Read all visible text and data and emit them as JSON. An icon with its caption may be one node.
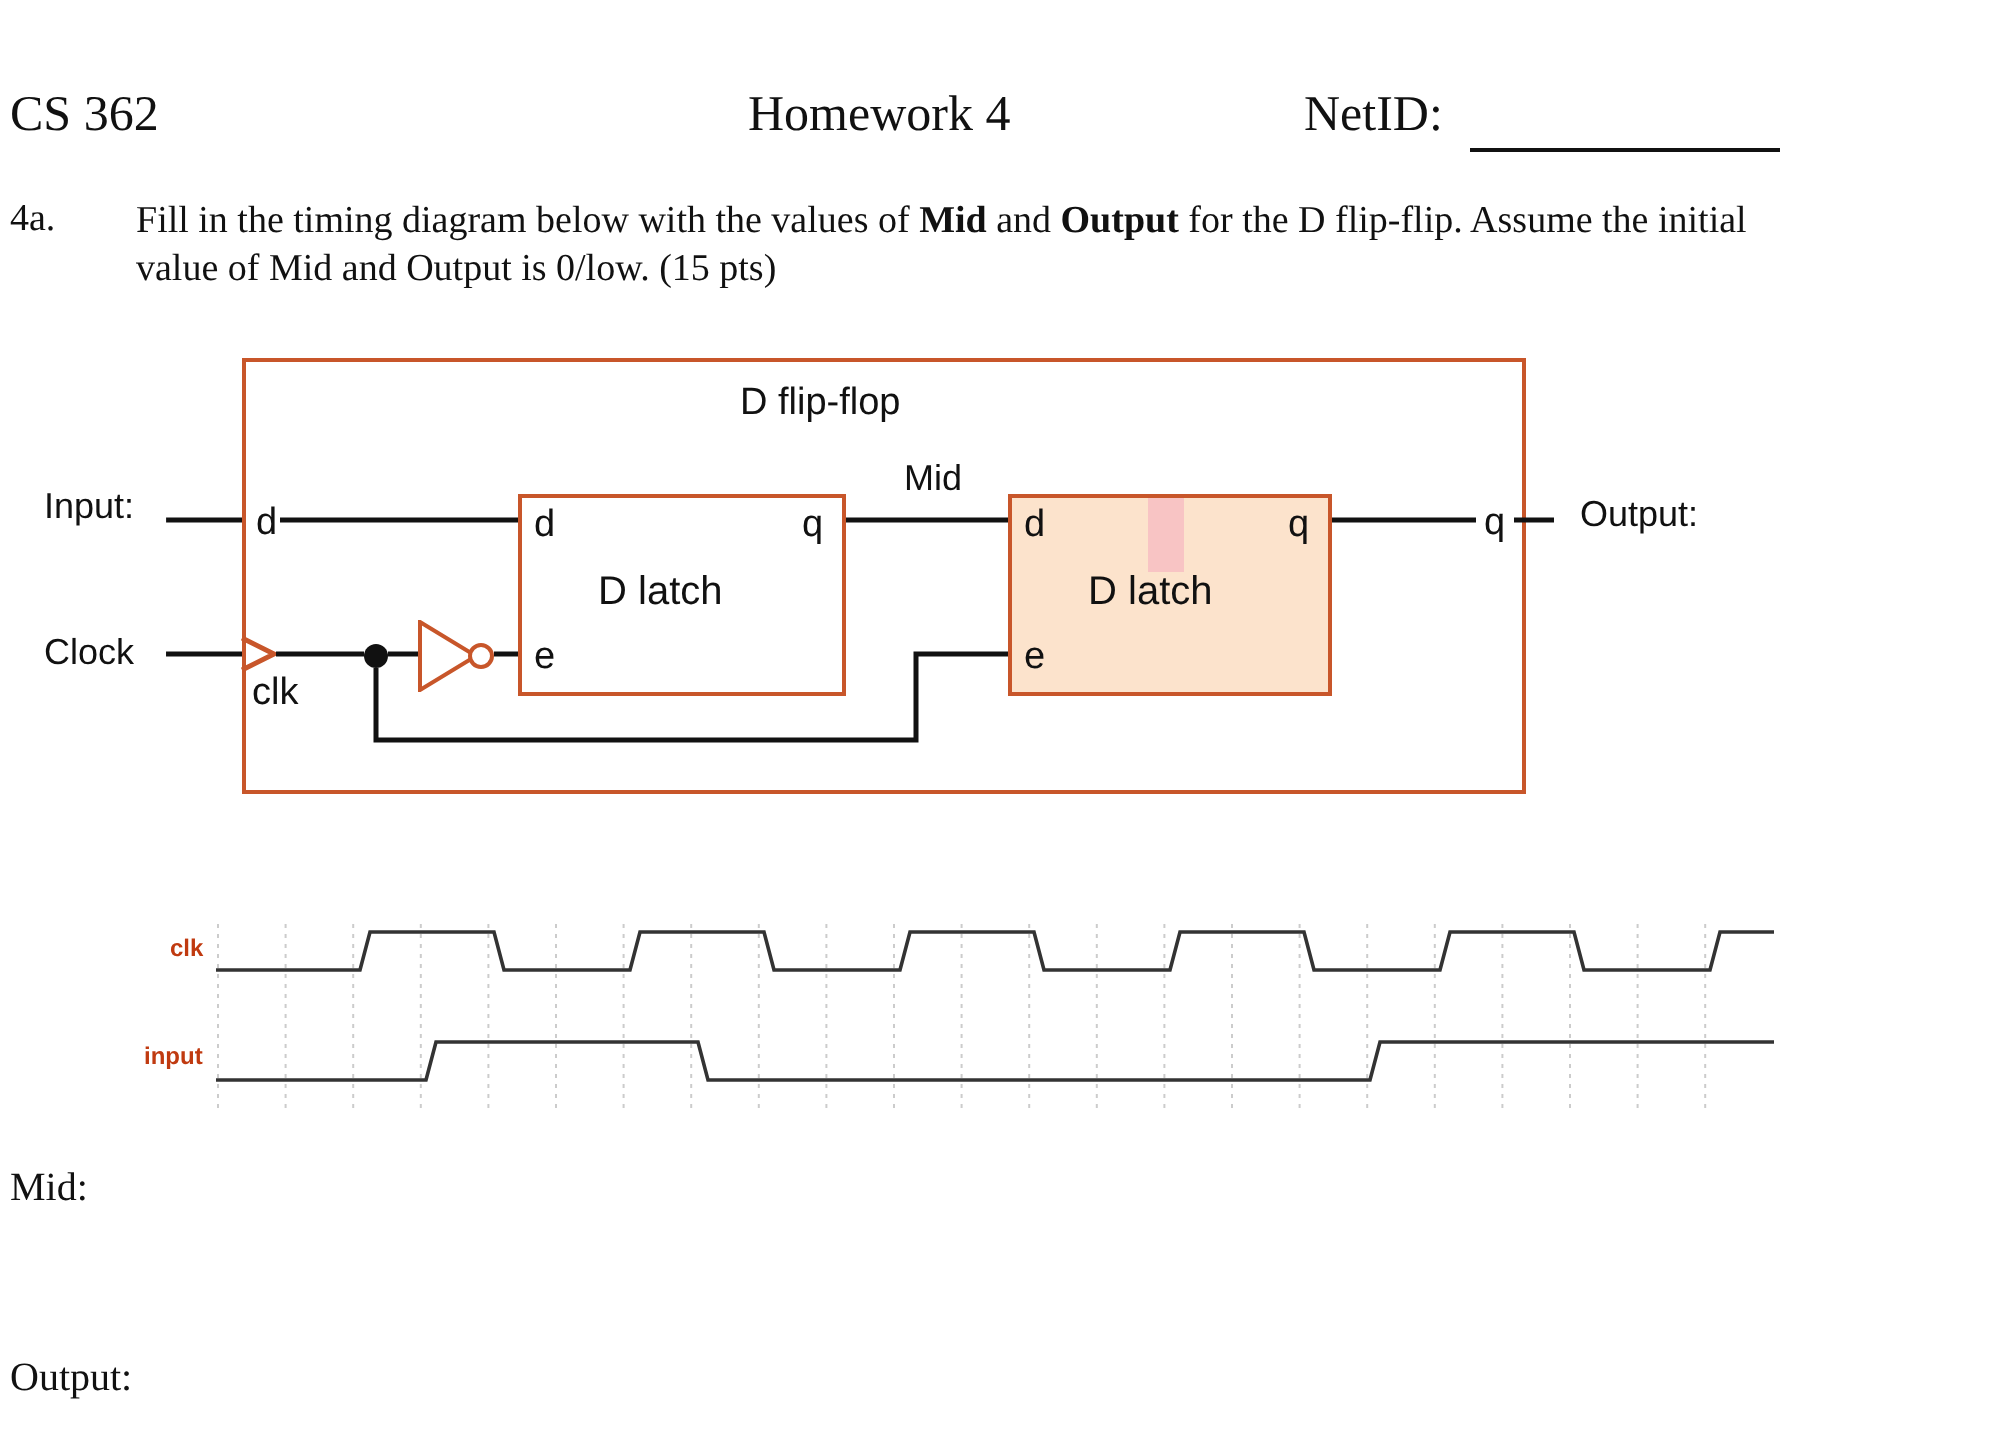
{
  "diagram": {
    "nodes": [
      {
        "text": [
          "D flip-flop",
          "d",
          "q",
          "clk"
        ]
      },
      {
        "text": [
          "Input:"
        ]
      },
      {
        "text": [
          "d",
          "q",
          "D latch",
          "e"
        ],
        "in": 0
      },
      {
        "text": [
          "d",
          "q",
          "D latch",
          "e"
        ],
        "in": 0
      },
      {
        "text": [
          "Output:"
        ]
      },
      {
        "text": [
          "Clock"
        ]
      },
      {
        "text": [],
        "shape": "circle",
        "in": 0
      },
      {
        "text": [],
        "shape": "triangle",
        "in": 0
      }
    ],
    "edges": [
      {
        "from": 1,
        "to": 0,
        "arrow": "none"
      },
      {
        "from": 0,
        "to": 2,
        "arrow": "none"
      },
      {
        "from": 2,
        "to": 3,
        "arrow": "none",
        "label": "Mid"
      },
      {
        "from": 3,
        "to": 0,
        "arrow": "none"
      },
      {
        "from": 0,
        "to": 4,
        "arrow": "none"
      },
      {
        "from": 5,
        "to": 0,
        "arrow": "to"
      },
      {
        "from": 0,
        "to": 6,
        "arrow": "none"
      },
      {
        "from": 6,
        "to": 7,
        "arrow": "none"
      },
      {
        "from": 7,
        "to": 2,
        "arrow": "none"
      },
      {
        "from": 6,
        "to": 3,
        "arrow": "none"
      }
    ],
    "labels": [
      "CS 362",
      "Homework 4",
      "NetID:",
      "4a.",
      "Fill in the timing diagram below with the values of **Mid** and **Output** for the D flip-flip. Assume the initial value of Mid and Output is 0/low. (15 pts)",
      "clk",
      "input",
      "Mid:",
      "Output:"
    ]
  }
}
